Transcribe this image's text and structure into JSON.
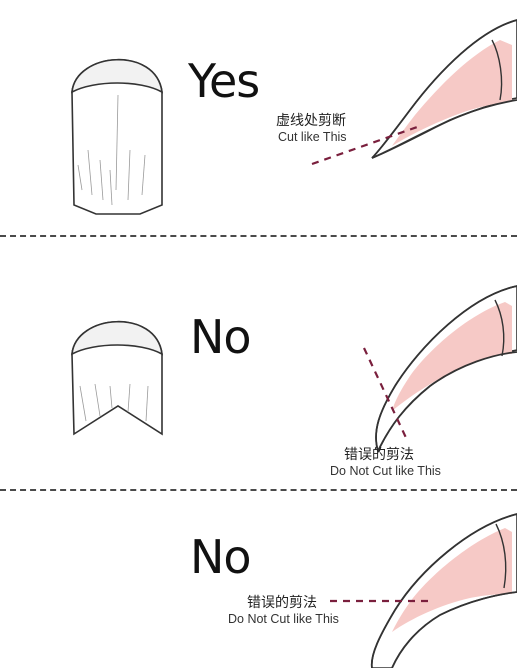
{
  "panels": [
    {
      "verdict": "Yes",
      "label_cn": "虚线处剪断",
      "label_en": "Cut like This"
    },
    {
      "verdict": "No",
      "label_cn": "错误的剪法",
      "label_en": "Do Not Cut like This"
    },
    {
      "verdict": "No",
      "label_cn": "错误的剪法",
      "label_en": "Do Not Cut like This"
    }
  ],
  "colors": {
    "quick": "#f6c9c6",
    "outline": "#333333",
    "cut_line": "#7a1f3d",
    "divider": "#4a4a4a"
  }
}
